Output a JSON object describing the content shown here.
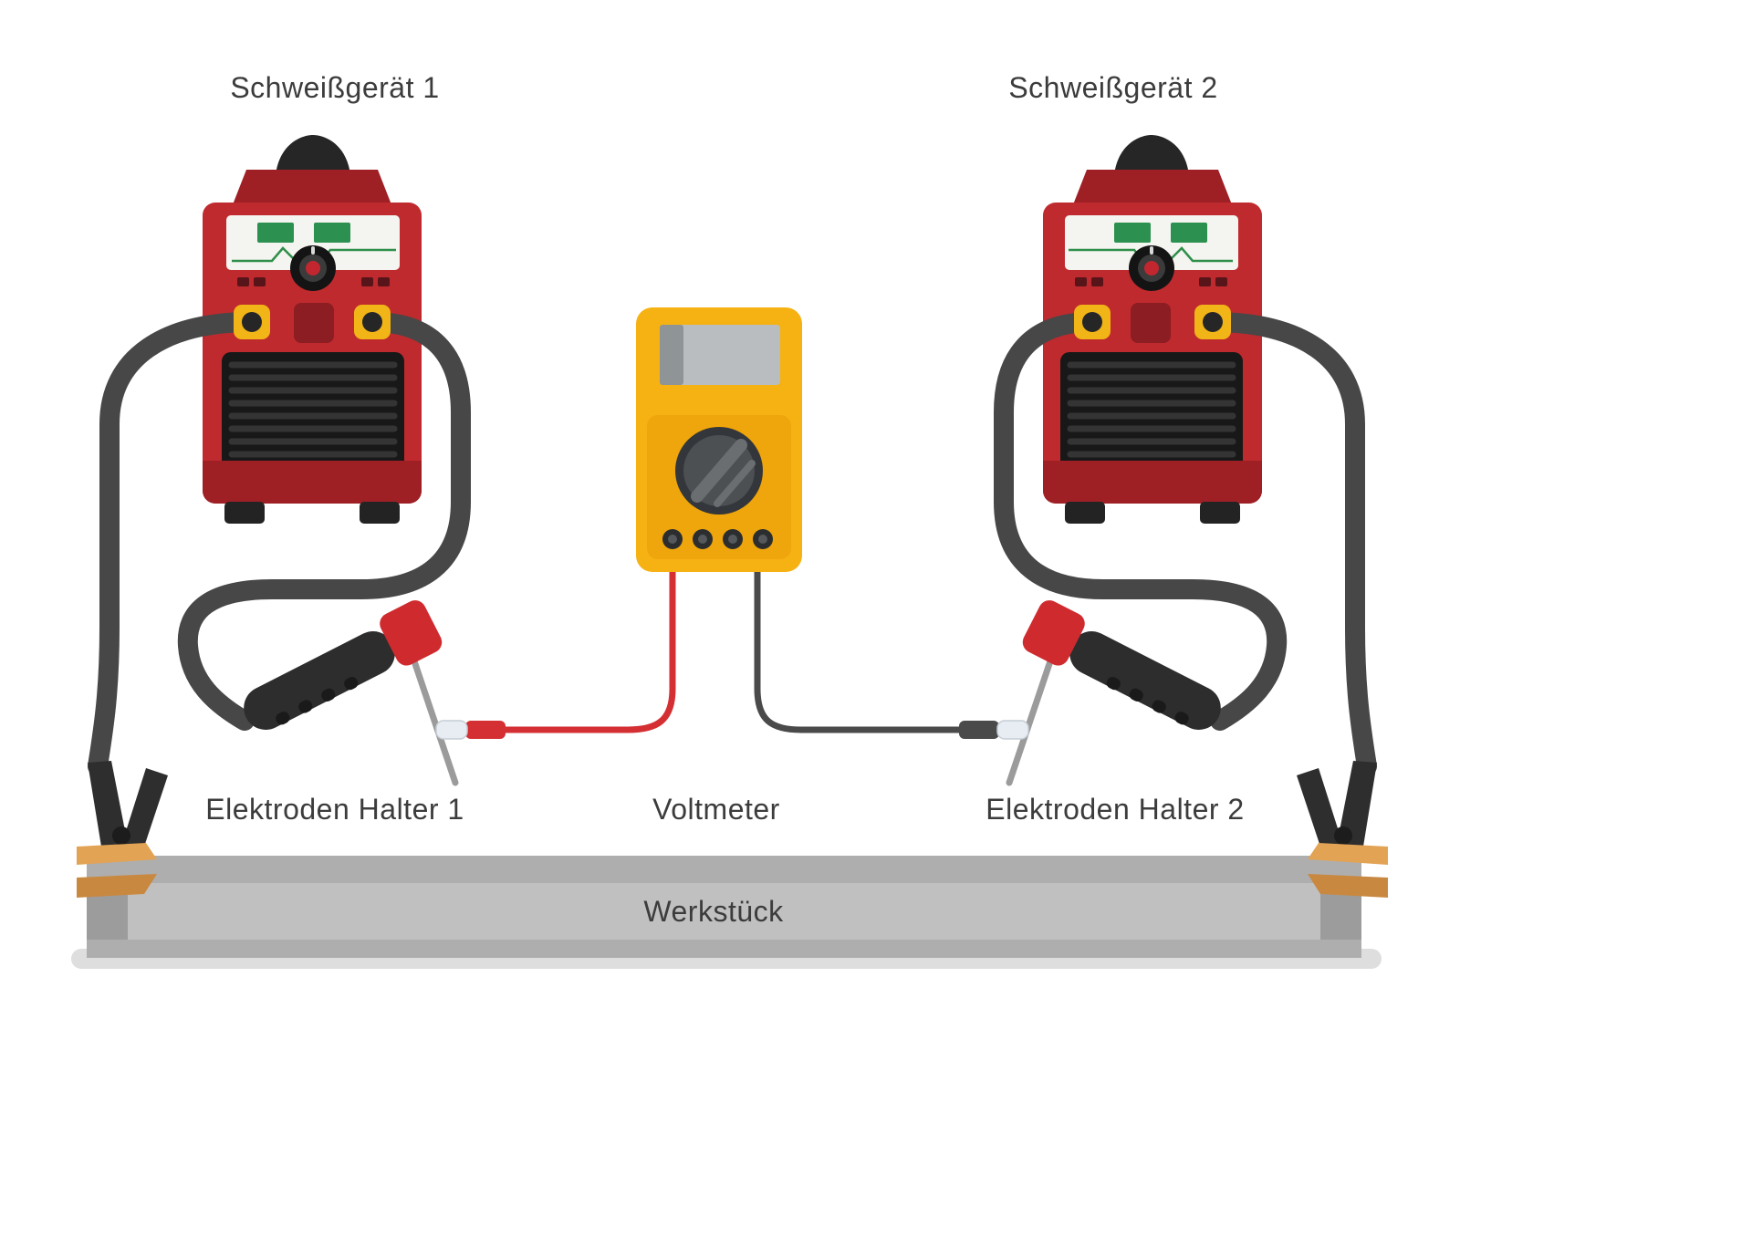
{
  "labels": {
    "welder1": "Schweißgerät 1",
    "welder2": "Schweißgerät 2",
    "electrode_holder1": "Elektroden Halter 1",
    "voltmeter": "Voltmeter",
    "electrode_holder2": "Elektroden Halter 2",
    "workpiece": "Werkstück"
  },
  "colors": {
    "machine_red": "#bf2a2e",
    "machine_dark_red": "#9e2025",
    "display_green": "#2c9150",
    "socket_yellow": "#f2b517",
    "voltmeter_yellow": "#f6b113",
    "voltmeter_panel": "#efa50c",
    "cable_gray": "#474747",
    "lead_red": "#d42f33",
    "lead_black": "#4a4a4a",
    "workpiece_gray": "#c0c0c0",
    "clamp_copper": "#e2a355",
    "label_text": "#3c3c3c"
  }
}
